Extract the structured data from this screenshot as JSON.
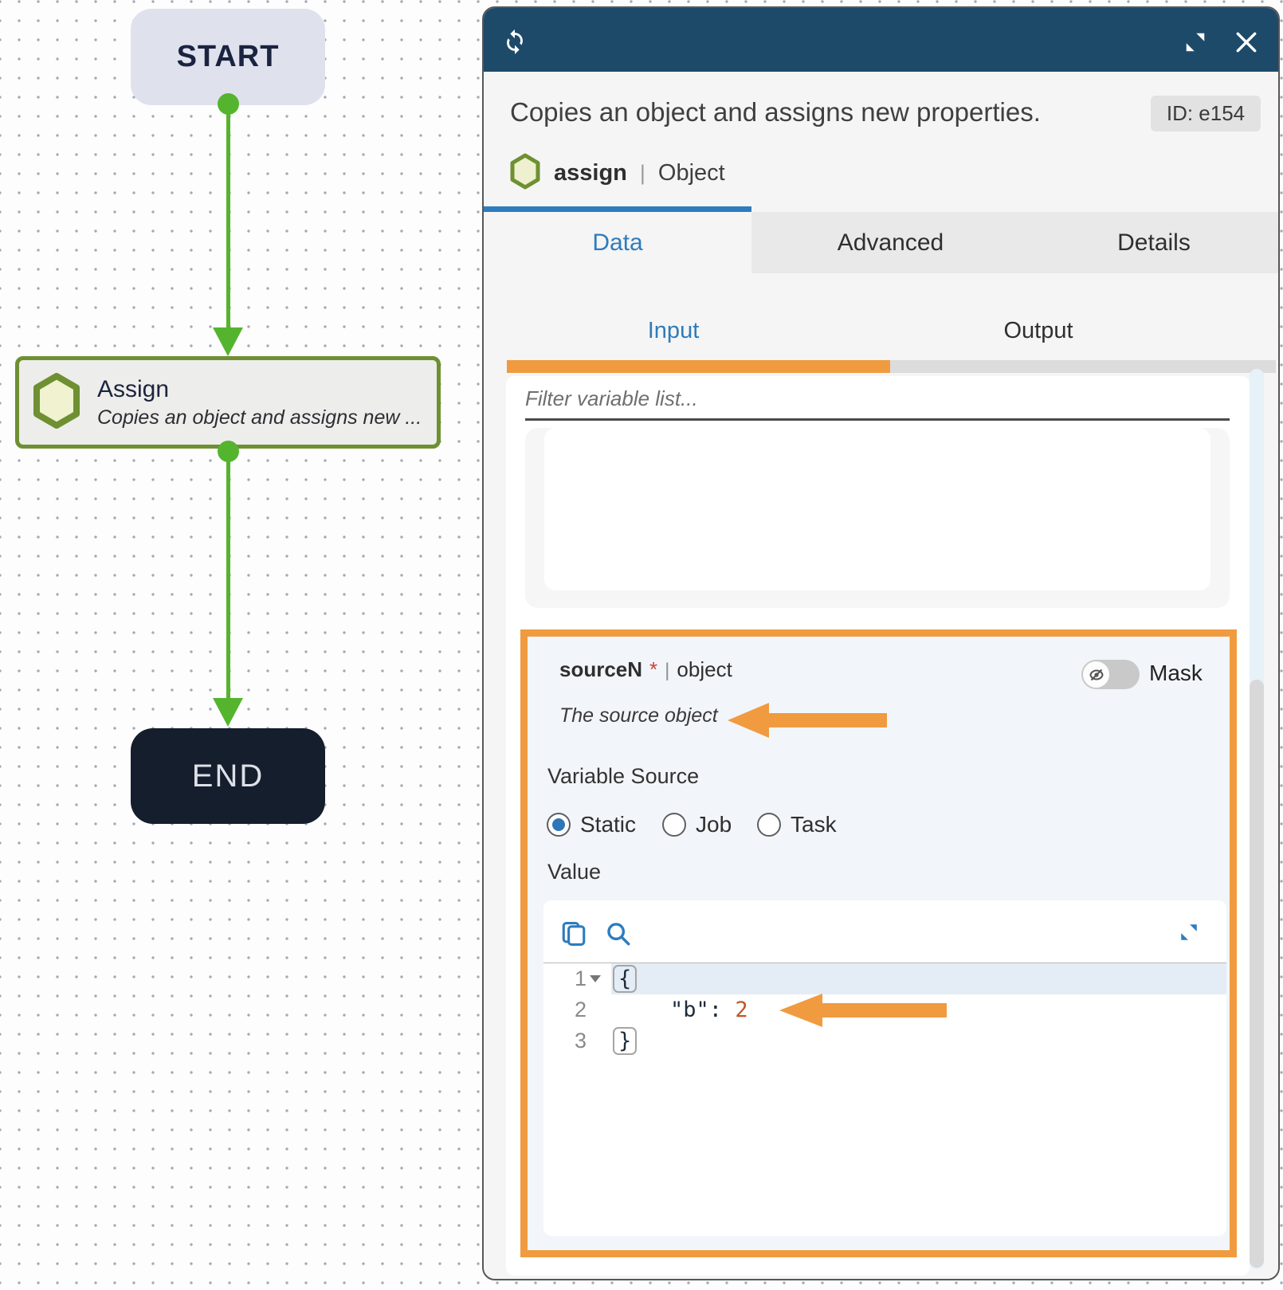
{
  "canvas": {
    "start_label": "START",
    "assign_title": "Assign",
    "assign_subtitle": "Copies an object and assigns new ...",
    "end_label": "END"
  },
  "panel": {
    "title": "Copies an object and assigns new properties.",
    "id_badge": "ID: e154",
    "step_name": "assign",
    "step_separator": "|",
    "step_type": "Object",
    "tabs": {
      "data": "Data",
      "advanced": "Advanced",
      "details": "Details"
    },
    "subtabs": {
      "input": "Input",
      "output": "Output"
    },
    "filter_placeholder": "Filter variable list...",
    "field": {
      "name": "sourceN",
      "required": "*",
      "separator": "|",
      "type": "object",
      "description": "The source object",
      "mask_label": "Mask",
      "source_label": "Variable Source",
      "options": {
        "static": "Static",
        "job": "Job",
        "task": "Task"
      },
      "selected_option": "Static",
      "value_label": "Value"
    },
    "editor": {
      "line_numbers": [
        "1",
        "2",
        "3"
      ],
      "open_brace": "{",
      "key": "\"b\"",
      "colon": ":",
      "space": " ",
      "value": "2",
      "close_brace": "}"
    }
  },
  "colors": {
    "header_blue": "#1e4a6a",
    "accent_blue": "#2e7cbd",
    "highlight_orange": "#f09b3f",
    "flow_green": "#55b42e",
    "node_olive": "#6e9032",
    "json_number": "#bf5628"
  }
}
